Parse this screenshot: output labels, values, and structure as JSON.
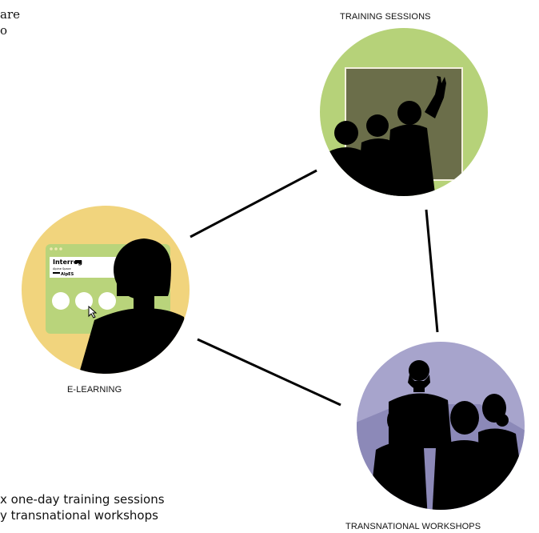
{
  "top_text": {
    "line1": "are",
    "line2": "o"
  },
  "nodes": {
    "training": {
      "label": "TRAINING SESSIONS",
      "color": "#b6d279"
    },
    "elearning": {
      "label": "E-LEARNING",
      "color": "#f1d47d"
    },
    "workshops": {
      "label": "TRANSNATIONAL WORKSHOPS",
      "color": "#a7a4cc"
    }
  },
  "elearning_screen": {
    "logo_line1": "Interreg",
    "logo_line2": "Alpine Space",
    "logo_line3": "AlpES"
  },
  "bottom_text": {
    "line1": "x one-day training sessions",
    "line2": "y transnational workshops"
  },
  "colors": {
    "board": "#6b6e4a",
    "screen": "#b9d47b",
    "figure": "#000000",
    "connector": "#000000"
  }
}
